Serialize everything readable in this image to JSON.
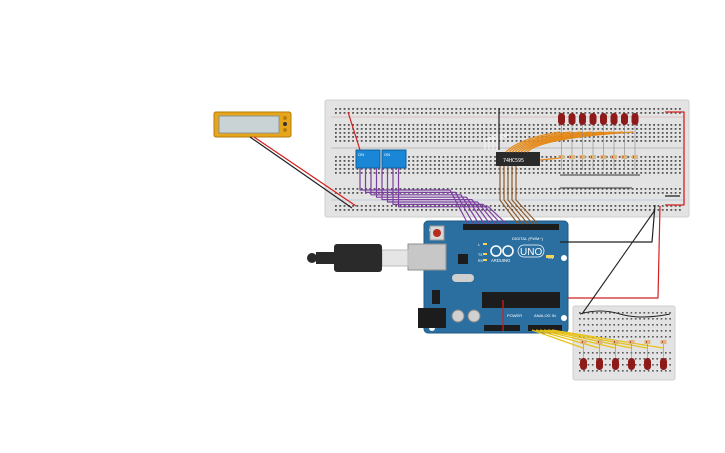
{
  "board": {
    "brand": "ARDUINO",
    "model": "UNO",
    "digital_label": "DIGITAL (PWM~)",
    "power_label": "POWER",
    "analog_label": "ANALOG IN",
    "tx_label": "TX",
    "rx_label": "RX",
    "l_label": "L",
    "on_label": "ON"
  },
  "chip": {
    "label": "74HC595"
  },
  "dip_switch_1": {
    "label": "ON"
  },
  "dip_switch_2": {
    "label": "ON"
  },
  "colors": {
    "breadboard": "#e3e3e3",
    "arduino": "#2b6fa1",
    "led": "#8e1a1a",
    "wire_purple": "#7b3fa0",
    "wire_orange": "#e58a1a",
    "wire_brown": "#8a5a2b",
    "wire_yellow": "#e7c21a",
    "wire_red": "#d42020",
    "wire_black": "#222222",
    "dip": "#1a86d6",
    "lcd": "#e7a51a"
  },
  "counts": {
    "top_leds": 8,
    "bottom_leds": 6
  }
}
